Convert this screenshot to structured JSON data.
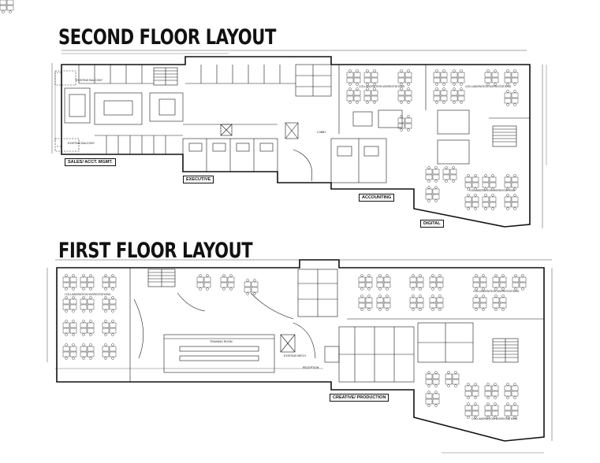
{
  "titles": {
    "second_floor": "SECOND FLOOR LAYOUT",
    "first_floor": "FIRST FLOOR LAYOUT"
  },
  "second_floor": {
    "department_tags": {
      "sales": "SALES/ ACCT. MGMT.",
      "executive": "EXECUTIVE",
      "accounting": "ACCOUNTING",
      "digital": "DIGITAL"
    },
    "room_labels": {
      "lobby": "LOBBY",
      "collab_1": "COLLABORATION WORKSTATIONS",
      "collab_2": "COLLABORATION WORKSTATIONS",
      "collab_3": "COLLABORATION WORKSTATIONS",
      "existing_balcony_top": "EXISTING BALCONY",
      "existing_balcony_bottom": "EXISTING BALCONY"
    }
  },
  "first_floor": {
    "department_tags": {
      "creative": "CREATIVE/ PRODUCTION"
    },
    "room_labels": {
      "training": "TRAINING ROOM",
      "reception": "RECEPTION",
      "collab_1": "COLLABORATION WORKSTATIONS",
      "collab_2": "COLLABORATION WORKSTATIONS",
      "collab_3": "COLLABORATION WORKSTATIONS",
      "mech": "EXISTING MECH."
    }
  },
  "colors": {
    "line": "#1a1a1a",
    "wall": "#111111",
    "background": "#ffffff"
  }
}
